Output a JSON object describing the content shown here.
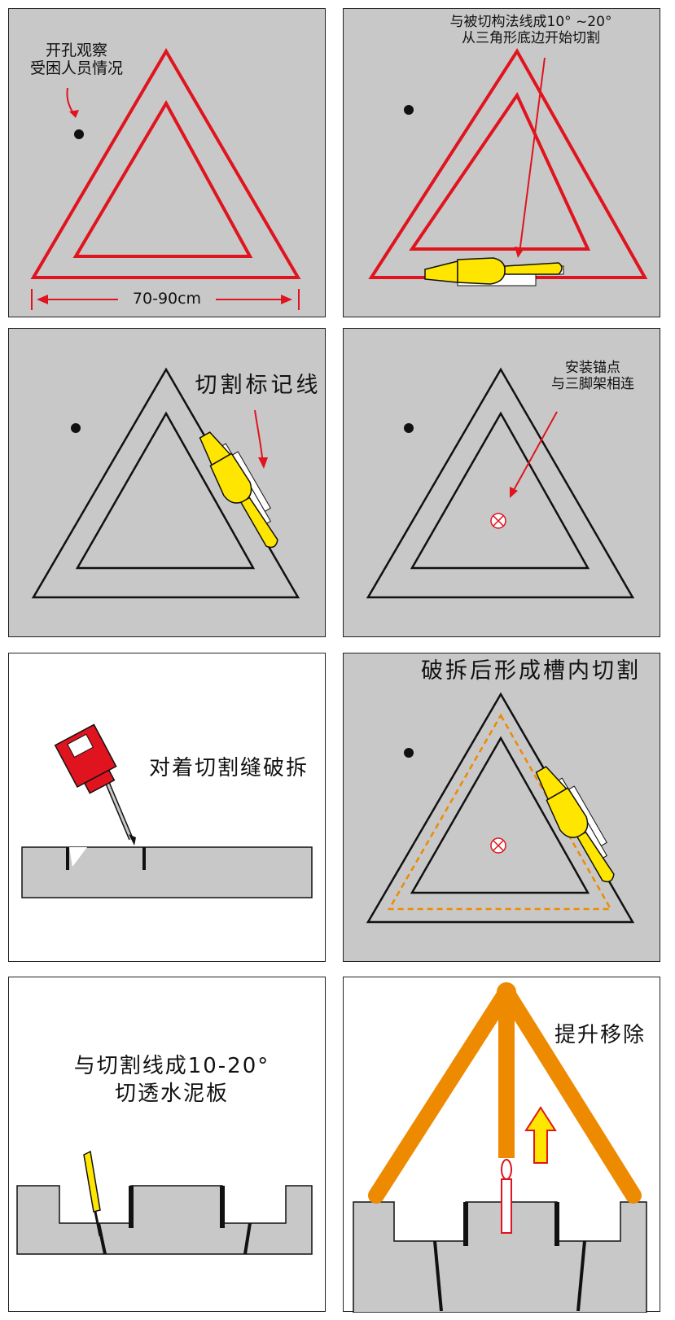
{
  "panels": [
    {
      "id": 1,
      "label_observe": "开孔观察\n受困人员情况",
      "label_width": "70-90cm"
    },
    {
      "id": 2,
      "label_angle": "与被切构法线成10°  ~20°\n从三角形底边开始切割"
    },
    {
      "id": 3,
      "label_mark": "切割标记线"
    },
    {
      "id": 4,
      "label_anchor": "安装锚点\n与三脚架相连"
    },
    {
      "id": 5,
      "label_break": "对着切割缝破拆"
    },
    {
      "id": 6,
      "label_groove": "破拆后形成槽内切割"
    },
    {
      "id": 7,
      "label_through": "与切割线成10-20°\n切透水泥板"
    },
    {
      "id": 8,
      "label_lift": "提升移除"
    }
  ],
  "colors": {
    "panel_grey": "#c8c8c8",
    "red_line": "#e0141e",
    "black_line": "#111111",
    "yellow_tool": "#ffe600",
    "orange_frame": "#ee8a00",
    "hammer_red": "#e0141e"
  }
}
